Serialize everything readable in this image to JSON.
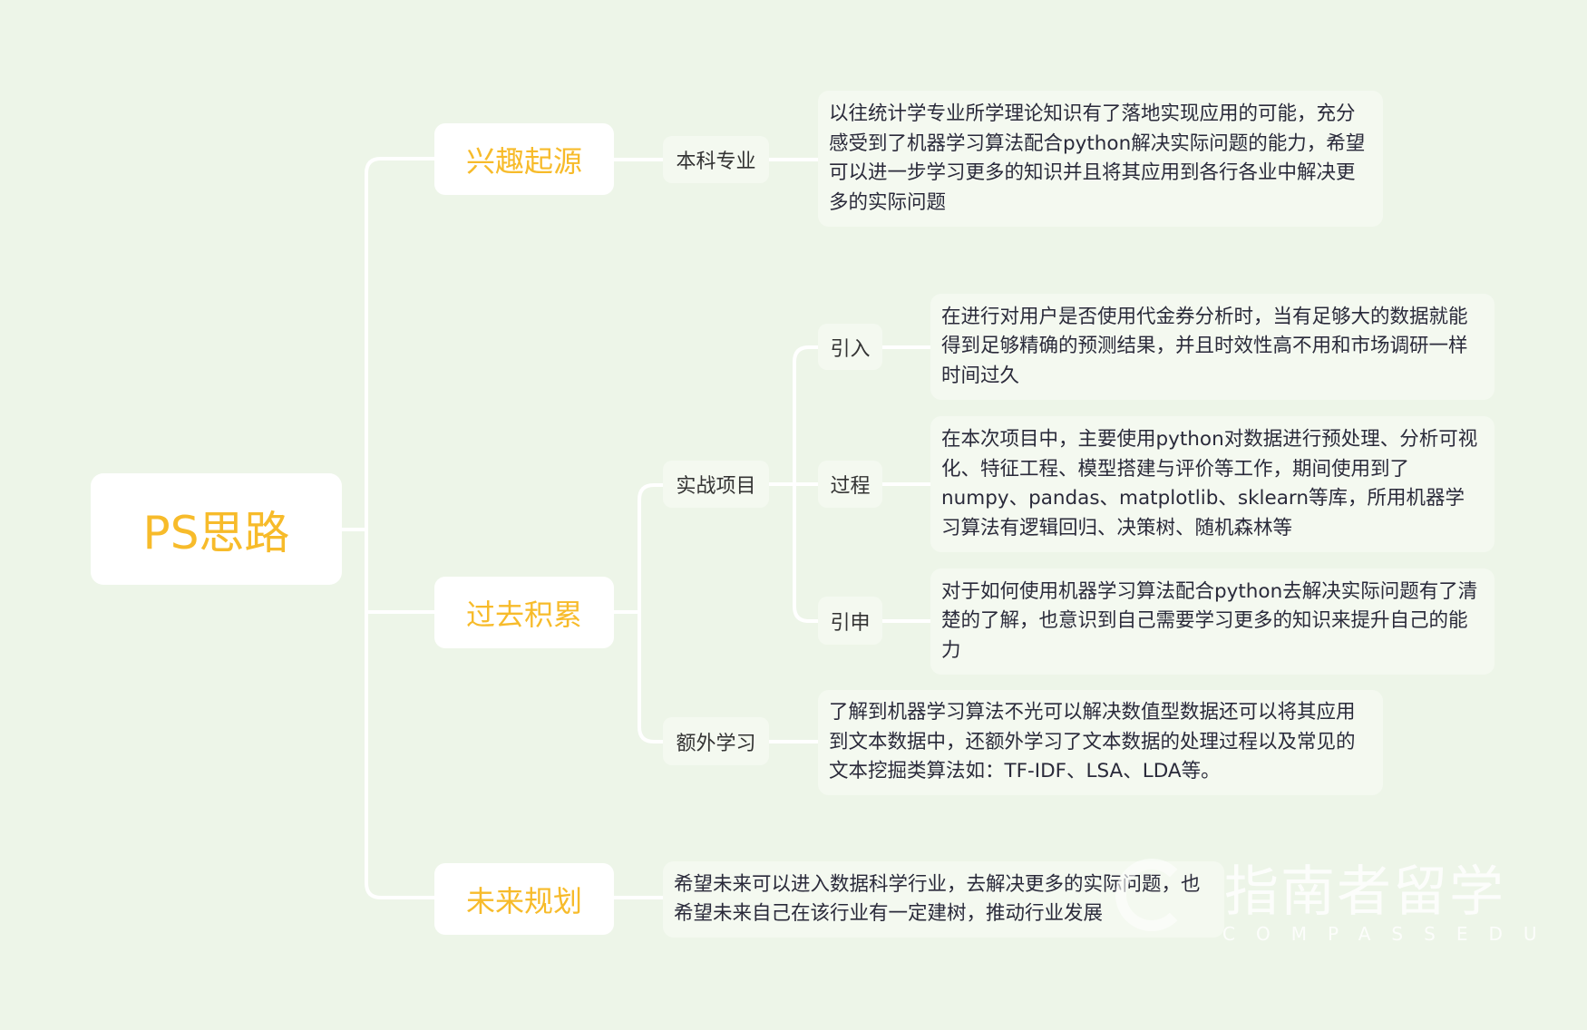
{
  "root": "PS思路",
  "branches": [
    {
      "label": "兴趣起源",
      "children": [
        {
          "label": "本科专业",
          "text": "以往统计学专业所学理论知识有了落地实现应用的可能，充分感受到了机器学习算法配合python解决实际问题的能力，希望可以进一步学习更多的知识并且将其应用到各行各业中解决更多的实际问题"
        }
      ]
    },
    {
      "label": "过去积累",
      "children": [
        {
          "label": "实战项目",
          "children": [
            {
              "label": "引入",
              "text": "在进行对用户是否使用代金券分析时，当有足够大的数据就能得到足够精确的预测结果，并且时效性高不用和市场调研一样时间过久"
            },
            {
              "label": "过程",
              "text": "在本次项目中，主要使用python对数据进行预处理、分析可视化、特征工程、模型搭建与评价等工作，期间使用到了numpy、pandas、matplotlib、sklearn等库，所用机器学习算法有逻辑回归、决策树、随机森林等"
            },
            {
              "label": "引申",
              "text": "对于如何使用机器学习算法配合python去解决实际问题有了清楚的了解，也意识到自己需要学习更多的知识来提升自己的能力"
            }
          ]
        },
        {
          "label": "额外学习",
          "text": "了解到机器学习算法不光可以解决数值型数据还可以将其应用到文本数据中，还额外学习了文本数据的处理过程以及常见的文本挖掘类算法如：TF-IDF、LSA、LDA等。"
        }
      ]
    },
    {
      "label": "未来规划",
      "text": "希望未来可以进入数据科学行业，去解决更多的实际问题，也希望未来自己在该行业有一定建树，推动行业发展"
    }
  ],
  "watermark": {
    "cn": "指南者留学",
    "en": "COMPASSEDU"
  },
  "colors": {
    "background": "#edf5e8",
    "accent": "#f7bb2a",
    "line": "#ffffff"
  }
}
